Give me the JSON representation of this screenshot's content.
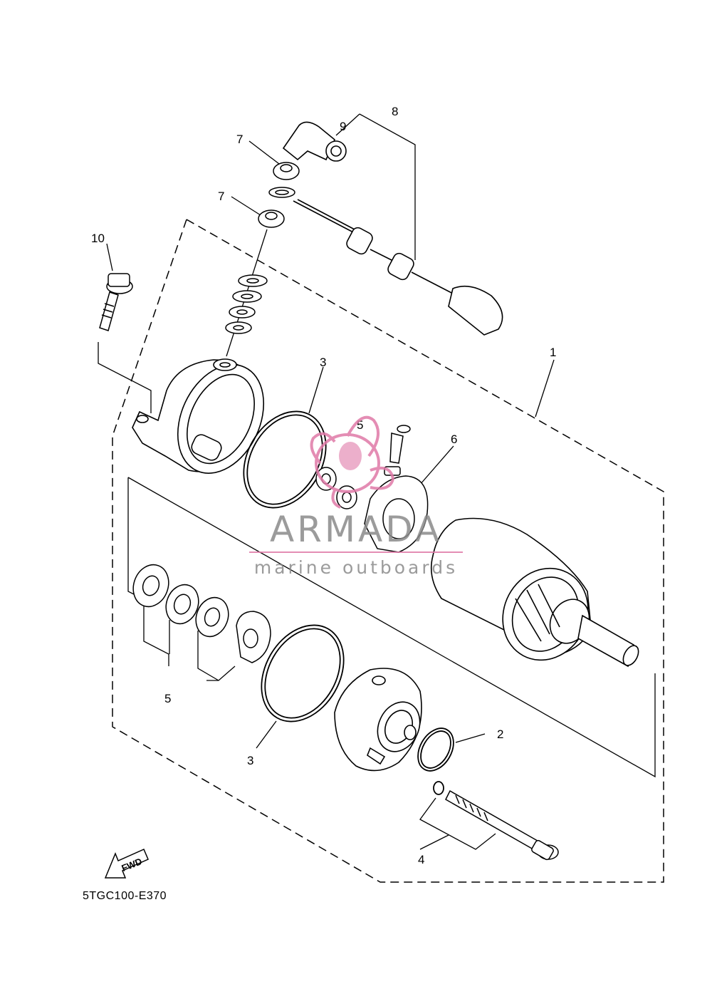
{
  "diagram_code": "5TGC100-E370",
  "callouts": [
    "1",
    "2",
    "3",
    "3",
    "4",
    "5",
    "5",
    "6",
    "7",
    "7",
    "8",
    "9",
    "10"
  ],
  "watermark": {
    "brand": "ARMADA",
    "tagline": "marine outboards",
    "accent_color": "#e07aa8"
  },
  "fwd_arrow": {
    "label": "FWD"
  },
  "colors": {
    "line": "#000000",
    "watermark_text": "#8a8a8a",
    "watermark_logo": "#e07aa8"
  }
}
